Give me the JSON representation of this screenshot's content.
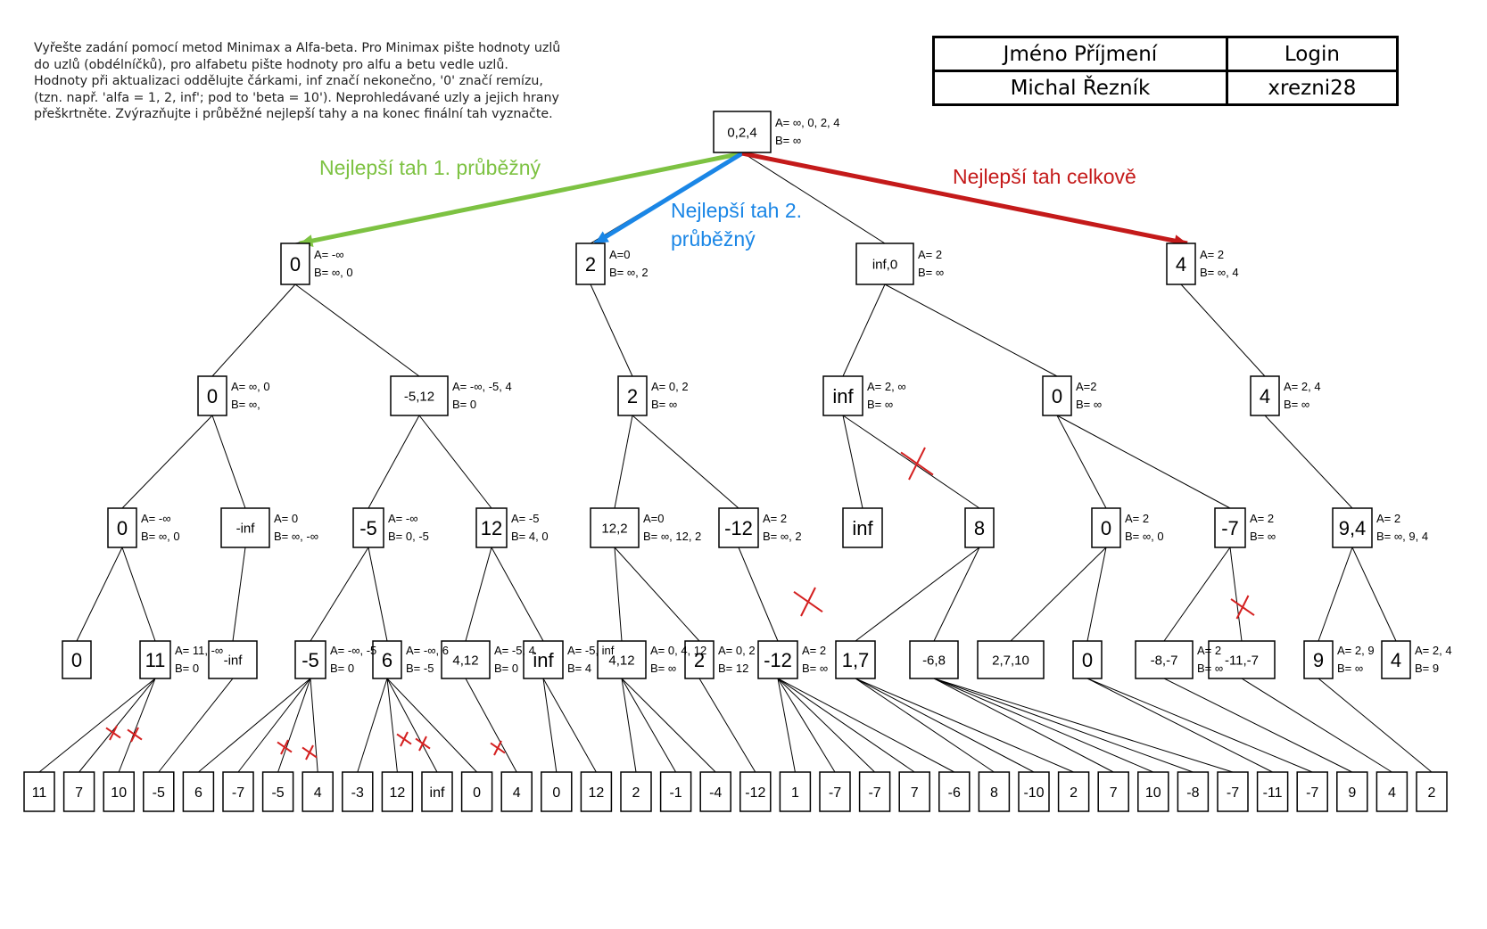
{
  "instructions": "Vyřešte zadání pomocí metod Minimax a Alfa-beta. Pro Minimax pište hodnoty uzlů\ndo uzlů (obdélníčků), pro alfabetu pište hodnoty pro alfu a betu vedle uzlů.\nHodnoty při aktualizaci oddělujte čárkami, inf značí nekonečno, '0' značí remízu,\n(tzn. např. 'alfa = 1, 2, inf'; pod to 'beta = 10'). Neprohledávané uzly a jejich hrany\npřeškrtněte. Zvýrazňujte i průběžné nejlepší tahy a na konec finální tah vyznačte.",
  "id_table": {
    "headers": [
      "Jméno Příjmení",
      "Login"
    ],
    "values": [
      "Michal Řezník",
      "xrezni28"
    ]
  },
  "annotations": {
    "best1": "Nejlepší tah 1. průběžný",
    "best2_line1": "Nejlepší tah 2.",
    "best2_line2": "průběžný",
    "best_total": "Nejlepší tah celkově"
  },
  "colors": {
    "best1": "#7dc242",
    "best2": "#1a86e6",
    "best_total": "#c41a1a",
    "prune": "#d42020",
    "ink": "#000000"
  },
  "tree": {
    "root": {
      "value": "0,2,4",
      "alpha": "A= ∞, 0, 2, 4",
      "beta": "B= ∞"
    },
    "level1": [
      {
        "value": "0",
        "alpha": "A= -∞",
        "beta": "B= ∞, 0"
      },
      {
        "value": "2",
        "alpha": "A=0",
        "beta": "B= ∞, 2"
      },
      {
        "value": "inf,0",
        "alpha": "A= 2",
        "beta": "B= ∞"
      },
      {
        "value": "4",
        "alpha": "A= 2",
        "beta": "B= ∞, 4"
      }
    ],
    "level2": [
      {
        "value": "0",
        "alpha": "A= ∞, 0",
        "beta": "B= ∞,"
      },
      {
        "value": "-5,12",
        "alpha": "A= -∞, -5, 4",
        "beta": "B= 0"
      },
      {
        "value": "2",
        "alpha": "A= 0, 2",
        "beta": "B= ∞"
      },
      {
        "value": "inf",
        "alpha": "A= 2, ∞",
        "beta": "B= ∞"
      },
      {
        "value": "0",
        "alpha": "A=2",
        "beta": "B= ∞"
      },
      {
        "value": "4",
        "alpha": "A= 2, 4",
        "beta": "B= ∞"
      }
    ],
    "level3": [
      {
        "value": "0",
        "alpha": "A= -∞",
        "beta": "B= ∞, 0"
      },
      {
        "value": "-inf",
        "alpha": "A= 0",
        "beta": "B= ∞, -∞"
      },
      {
        "value": "-5",
        "alpha": "A= -∞",
        "beta": "B= 0, -5"
      },
      {
        "value": "12",
        "alpha": "A= -5",
        "beta": "B= 4, 0"
      },
      {
        "value": "12,2",
        "alpha": "A=0",
        "beta": "B= ∞, 12, 2"
      },
      {
        "value": "-12",
        "alpha": "A= 2",
        "beta": "B= ∞, 2"
      },
      {
        "value": "inf",
        "alpha": "",
        "beta": ""
      },
      {
        "value": "8",
        "alpha": "",
        "beta": ""
      },
      {
        "value": "0",
        "alpha": "A= 2",
        "beta": "B= ∞, 0"
      },
      {
        "value": "-7",
        "alpha": "A= 2",
        "beta": "B= ∞"
      },
      {
        "value": "9,4",
        "alpha": "A= 2",
        "beta": "B= ∞, 9, 4"
      }
    ],
    "level4": [
      {
        "value": "0",
        "alpha": "",
        "beta": ""
      },
      {
        "value": "11",
        "alpha": "A= 11, -∞",
        "beta": "B= 0"
      },
      {
        "value": "-inf",
        "alpha": "",
        "beta": ""
      },
      {
        "value": "-5",
        "alpha": "A= -∞, -5",
        "beta": "B= 0"
      },
      {
        "value": "6",
        "alpha": "A= -∞, 6",
        "beta": "B= -5"
      },
      {
        "value": "4,12",
        "alpha": "A= -5, 4",
        "beta": "B= 0"
      },
      {
        "value": "inf",
        "alpha": "A= -5, inf",
        "beta": "B= 4"
      },
      {
        "value": "4,12",
        "alpha": "A= 0, 4, 12",
        "beta": "B= ∞"
      },
      {
        "value": "2",
        "alpha": "A= 0, 2",
        "beta": "B= 12"
      },
      {
        "value": "-12",
        "alpha": "A= 2",
        "beta": "B= ∞"
      },
      {
        "value": "1,7",
        "alpha": "",
        "beta": ""
      },
      {
        "value": "-6,8",
        "alpha": "",
        "beta": ""
      },
      {
        "value": "2,7,10",
        "alpha": "",
        "beta": ""
      },
      {
        "value": "0",
        "alpha": "",
        "beta": ""
      },
      {
        "value": "-8,-7",
        "alpha": "A= 2",
        "beta": "B= ∞"
      },
      {
        "value": "-11,-7",
        "alpha": "",
        "beta": ""
      },
      {
        "value": "9",
        "alpha": "A= 2, 9",
        "beta": "B= ∞"
      },
      {
        "value": "4",
        "alpha": "A= 2, 4",
        "beta": "B= 9"
      }
    ],
    "leaves": [
      "11",
      "7",
      "10",
      "-5",
      "6",
      "-7",
      "-5",
      "4",
      "-3",
      "12",
      "inf",
      "0",
      "4",
      "0",
      "12",
      "2",
      "-1",
      "-4",
      "-12",
      "1",
      "-7",
      "-7",
      "7",
      "-6",
      "8",
      "-10",
      "2",
      "7",
      "10",
      "-8",
      "-7",
      "-11",
      "-7",
      "9",
      "4",
      "2"
    ]
  }
}
